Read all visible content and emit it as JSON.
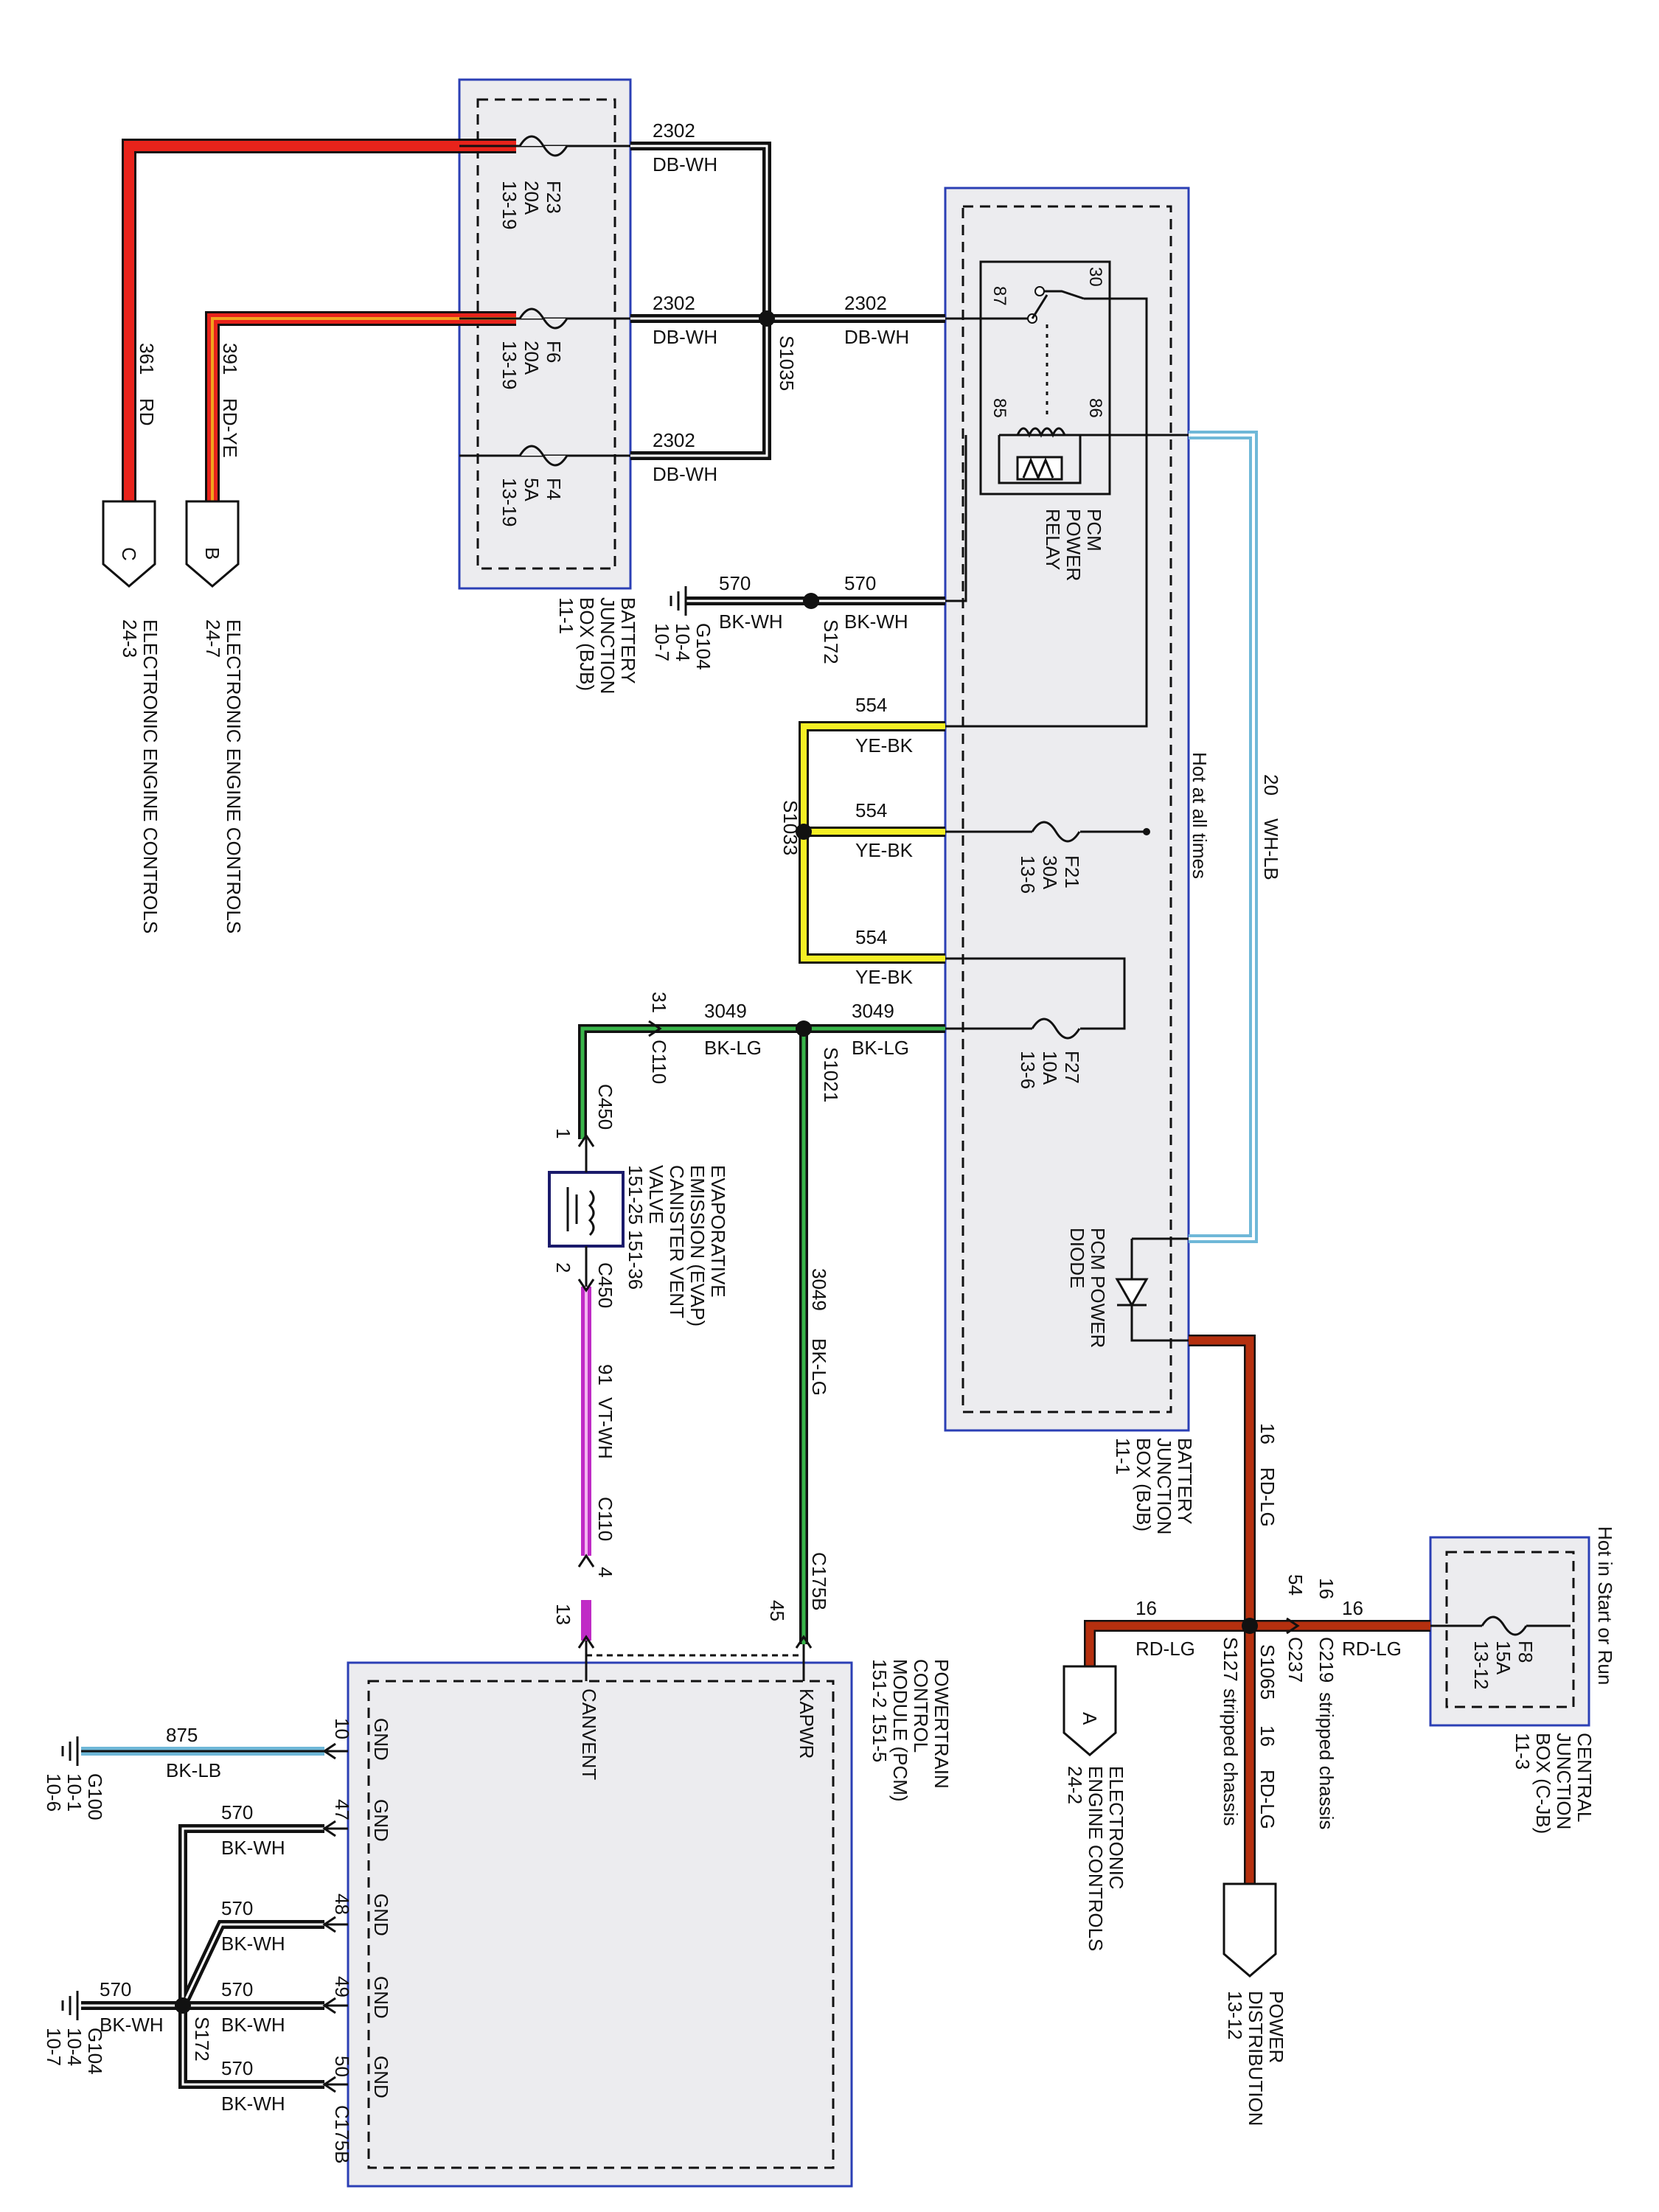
{
  "colors": {
    "RD": "#e8231b",
    "RD-YE": "#e8231b",
    "RD-YE_stripe": "#f2a21e",
    "DB-WH": "#111111",
    "BK-WH": "#111111",
    "YE-BK": "#111111",
    "YE-BK_stripe": "#f5ef24",
    "BK-LG": "#111111",
    "BK-LG_stripe": "#39b54a",
    "WH-LB": "#6fb8d8",
    "WH-LB_stripe": "#ffffff",
    "RD-LG": "#b5300f",
    "VT-WH": "#c02bc6",
    "VT-WH_stripe": "#f3b7f0",
    "BK-LB": "#6fb8d8",
    "box_border": "#2b3fb5",
    "box_fill": "#ececef"
  },
  "header": {
    "hot_start_run": "Hot in Start or Run"
  },
  "boxes": {
    "bjb_top": {
      "line1": "BATTERY",
      "line2": "JUNCTION",
      "line3": "BOX (BJB)",
      "line4": "11-1"
    },
    "bjb_main": {
      "line1": "BATTERY",
      "line2": "JUNCTION",
      "line3": "BOX (BJB)",
      "line4": "11-1",
      "hot_label": "Hot at all times"
    },
    "cjb": {
      "line1": "CENTRAL",
      "line2": "JUNCTION",
      "line3": "BOX (C-JB)",
      "line4": "11-3"
    },
    "pcm": {
      "line1": "POWERTRAIN",
      "line2": "CONTROL",
      "line3": "MODULE (PCM)",
      "line4": "151-2  151-5"
    }
  },
  "fuses": {
    "F23": {
      "name": "F23",
      "amps": "20A",
      "ref": "13-19"
    },
    "F6": {
      "name": "F6",
      "amps": "20A",
      "ref": "13-19"
    },
    "F4": {
      "name": "F4",
      "amps": "5A",
      "ref": "13-19"
    },
    "F21": {
      "name": "F21",
      "amps": "30A",
      "ref": "13-6"
    },
    "F27": {
      "name": "F27",
      "amps": "10A",
      "ref": "13-6"
    },
    "F8": {
      "name": "F8",
      "amps": "15A",
      "ref": "13-12"
    }
  },
  "relay": {
    "pin30": "30",
    "pin87": "87",
    "pin85": "85",
    "pin86": "86",
    "line1": "PCM",
    "line2": "POWER",
    "line3": "RELAY"
  },
  "diode": {
    "line1": "PCM POWER",
    "line2": "DIODE"
  },
  "circuits": {
    "c2302": "2302",
    "dbwh": "DB-WH",
    "c361": "361",
    "rd": "RD",
    "c391": "391",
    "rdye": "RD-YE",
    "c570": "570",
    "bkwh": "BK-WH",
    "c554": "554",
    "yebk": "YE-BK",
    "c3049": "3049",
    "bklg": "BK-LG",
    "c20": "20",
    "whlb": "WH-LB",
    "c16": "16",
    "rdlg": "RD-LG",
    "c91": "91",
    "vtwh": "VT-WH",
    "c875": "875",
    "bklb": "BK-LB"
  },
  "splices": {
    "S1035": "S1035",
    "S172": "S172",
    "S1033": "S1033",
    "S1021": "S1021",
    "S1065": "S1065",
    "S127": "S127"
  },
  "grounds": {
    "G104": {
      "name": "G104",
      "r1": "10-4",
      "r2": "10-7"
    },
    "G100": {
      "name": "G100",
      "r1": "10-1",
      "r2": "10-6"
    }
  },
  "connectors": {
    "C110": "C110",
    "c110_pin": "31",
    "C450": "C450",
    "c450_pin1": "1",
    "c450_pin2": "2",
    "C110b": "C110",
    "c110b_pin": "4",
    "C175B": "C175B",
    "c175b_pin45": "45",
    "c175b_pin13": "13",
    "C237": "C237",
    "c237_pin": "54",
    "C219": "C219",
    "c219_pin": "16",
    "stripped": "stripped chassis"
  },
  "evap": {
    "line1": "EVAPORATIVE",
    "line2": "EMISSION (EVAP)",
    "line3": "CANISTER VENT",
    "line4": "VALVE",
    "line5": "151-25  151-36"
  },
  "pcm_pins": {
    "kapwr": "KAPWR",
    "canvent": "CANVENT",
    "gnd": "GND",
    "p10": "10",
    "p47": "47",
    "p48": "48",
    "p49": "49",
    "p50": "50"
  },
  "offpage": {
    "C": {
      "letter": "C",
      "line1": "ELECTRONIC ENGINE CONTROLS",
      "line2": "24-3"
    },
    "B": {
      "letter": "B",
      "line1": "ELECTRONIC ENGINE CONTROLS",
      "line2": "24-7"
    },
    "A": {
      "letter": "A",
      "line1": "ELECTRONIC",
      "line2": "ENGINE CONTROLS",
      "line3": "24-2"
    },
    "PD": {
      "line1": "POWER",
      "line2": "DISTRIBUTION",
      "line3": "13-12"
    }
  }
}
